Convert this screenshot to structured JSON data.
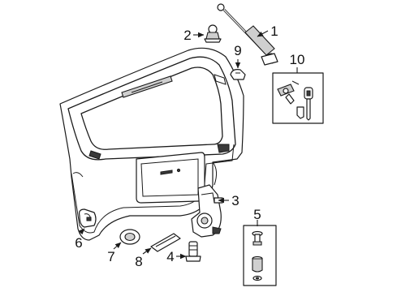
{
  "callouts": {
    "c1": "1",
    "c2": "2",
    "c3": "3",
    "c4": "4",
    "c5": "5",
    "c6": "6",
    "c7": "7",
    "c8": "8",
    "c9": "9",
    "c10": "10"
  },
  "colors": {
    "line": "#1a1a1a",
    "background": "#ffffff",
    "shade": "#cfcfcf"
  }
}
